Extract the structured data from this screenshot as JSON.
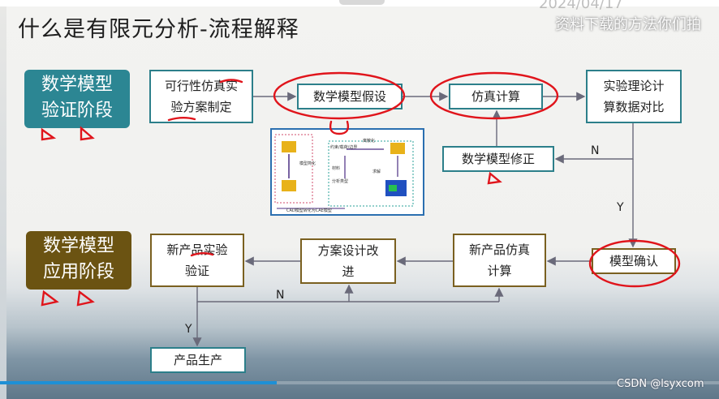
{
  "title": "什么是有限元分析-流程解释",
  "watermark": {
    "date": "2024/04/17",
    "tip": "资料下载的方法你们拍"
  },
  "stages": {
    "verify": "数学模型\n验证阶段",
    "apply": "数学模型\n应用阶段"
  },
  "boxes": {
    "feasibility": "可行性仿真实\n验方案制定",
    "assumption": "数学模型假设",
    "simulation": "仿真计算",
    "compare": "实验理论计\n算数据对比",
    "revise": "数学模型修正",
    "confirm": "模型确认",
    "new_sim": "新产品仿真\n计算",
    "redesign": "方案设计改\n进",
    "new_test": "新产品实验\n验证",
    "production": "产品生产"
  },
  "edges": {
    "n_top": "N",
    "y_right": "Y",
    "n_bottom": "N",
    "y_left": "Y"
  },
  "mini_diagram": {
    "label_a": "模型简化",
    "label_b": "约束/载荷/边界",
    "label_c": "离散化",
    "label_d": "材料",
    "label_e": "分析类型",
    "label_f": "求解",
    "label_g": "CAD模型转化为CAE模型"
  },
  "footer": {
    "brand": "CSDN @lsyxcom",
    "progress": 0.385
  },
  "colors": {
    "teal": "#2c8693",
    "olive": "#6b5312",
    "red_mark": "#e0141b",
    "arrow": "#6a6a7a"
  }
}
